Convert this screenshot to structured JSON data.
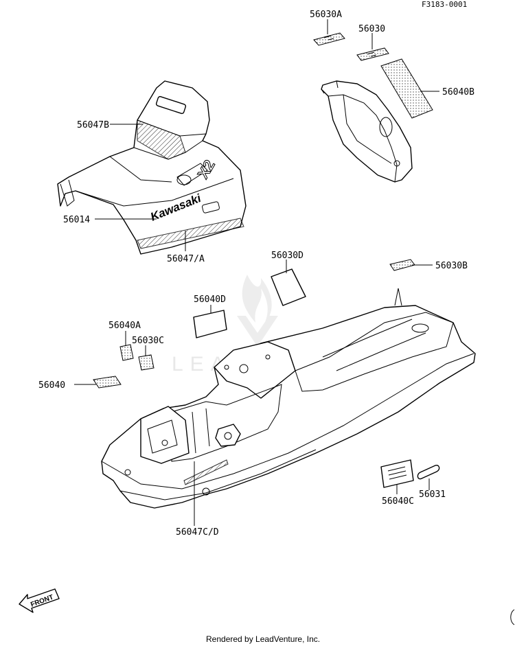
{
  "diagram_id": "F3183-0001",
  "footer": "Rendered by LeadVenture, Inc.",
  "watermark": "LEADVENTURE",
  "front_arrow_label": "FRONT",
  "brand_decal_text": "Kawasaki",
  "model_decal_text": "X2",
  "callouts": {
    "c56030A": "56030A",
    "c56030": "56030",
    "c56040B": "56040B",
    "c56047B": "56047B",
    "c56014": "56014",
    "c56047A": "56047/A",
    "c56030D": "56030D",
    "c56030B": "56030B",
    "c56040D": "56040D",
    "c56040A": "56040A",
    "c56030C": "56030C",
    "c56040": "56040",
    "c56040C": "56040C",
    "c56031": "56031",
    "c56047CD": "56047C/D"
  }
}
